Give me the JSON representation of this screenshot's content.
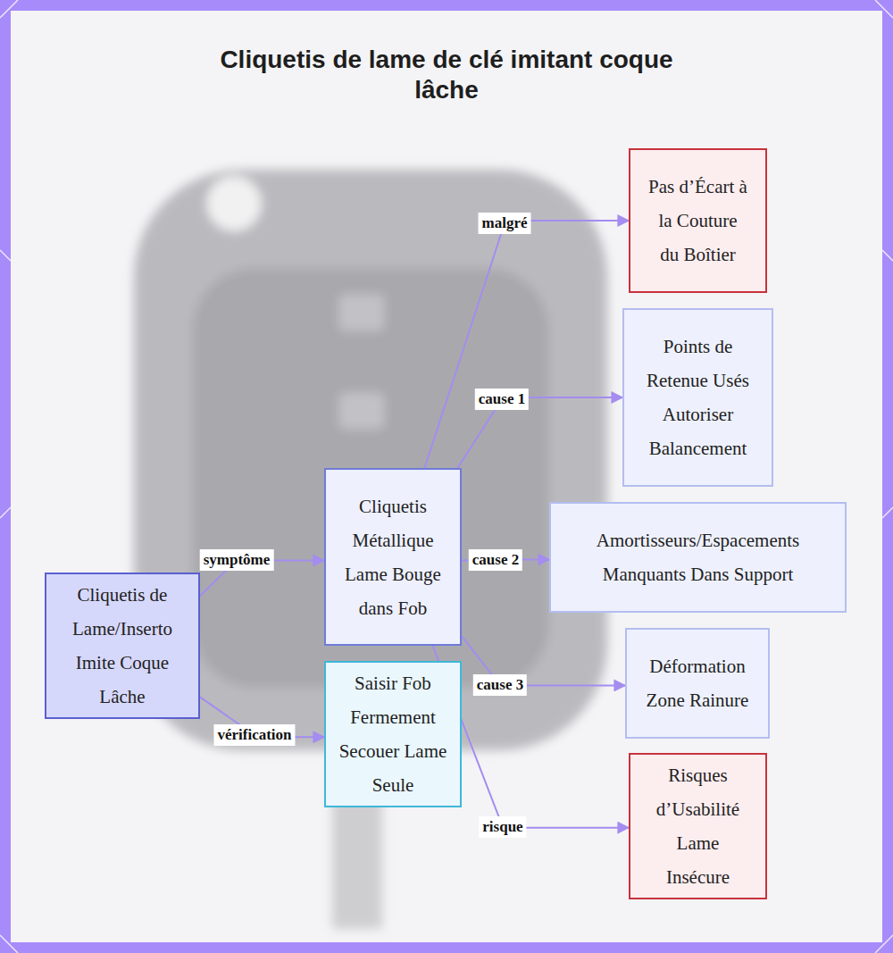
{
  "diagram": {
    "title": "Cliquetis de lame de clé imitant coque lâche",
    "nodes": [
      {
        "text": [
          "Cliquetis de Lame/Inserto Imite Coque Lâche"
        ]
      },
      {
        "text": [
          "Cliquetis Métallique Lame Bouge dans Fob"
        ]
      },
      {
        "text": [
          "Saisir Fob Fermement Secouer Lame Seule"
        ]
      },
      {
        "text": [
          "Pas d’Écart à la Couture du Boîtier"
        ]
      },
      {
        "text": [
          "Points de Retenue Usés Autoriser Balancement"
        ]
      },
      {
        "text": [
          "Amortisseurs/Espacements Manquants Dans Support"
        ]
      },
      {
        "text": [
          "Déformation Zone Rainure"
        ]
      },
      {
        "text": [
          "Risques d’Usabilité Lame Insécure"
        ]
      }
    ],
    "edges": [
      {
        "from": 0,
        "to": 1,
        "label": "symptôme",
        "arrow": "to"
      },
      {
        "from": 0,
        "to": 2,
        "label": "vérification",
        "arrow": "to"
      },
      {
        "from": 1,
        "to": 3,
        "label": "malgré",
        "arrow": "to"
      },
      {
        "from": 1,
        "to": 4,
        "label": "cause 1",
        "arrow": "to"
      },
      {
        "from": 1,
        "to": 5,
        "label": "cause 2",
        "arrow": "to"
      },
      {
        "from": 1,
        "to": 6,
        "label": "cause 3",
        "arrow": "to"
      },
      {
        "from": 1,
        "to": 7,
        "label": "risque",
        "arrow": "to"
      }
    ]
  }
}
